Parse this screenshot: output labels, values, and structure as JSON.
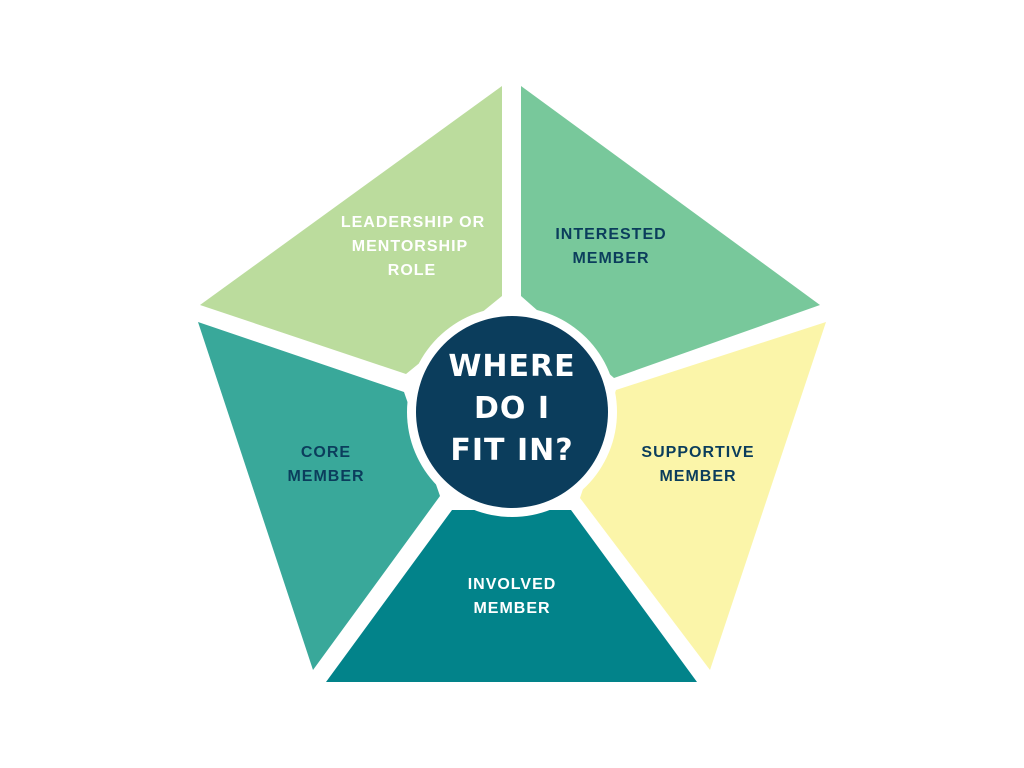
{
  "diagram": {
    "center": {
      "lines": [
        "WHERE",
        "DO I",
        "FIT IN?"
      ],
      "color": "#0b3d5c",
      "text_color": "#ffffff"
    },
    "segments": [
      {
        "id": "leadership",
        "lines": [
          "LEADERSHIP OR",
          "MENTORSHIP",
          "ROLE"
        ],
        "color": "#bbdc9d",
        "text_color": "#ffffff"
      },
      {
        "id": "interested",
        "lines": [
          "INTERESTED",
          "MEMBER"
        ],
        "color": "#78c89b",
        "text_color": "#0b3d5c"
      },
      {
        "id": "supportive",
        "lines": [
          "SUPPORTIVE",
          "MEMBER"
        ],
        "color": "#fbf5a9",
        "text_color": "#0b3d5c"
      },
      {
        "id": "involved",
        "lines": [
          "INVOLVED",
          "MEMBER"
        ],
        "color": "#02838a",
        "text_color": "#ffffff"
      },
      {
        "id": "core",
        "lines": [
          "CORE",
          "MEMBER"
        ],
        "color": "#39a89a",
        "text_color": "#0b3d5c"
      }
    ]
  }
}
